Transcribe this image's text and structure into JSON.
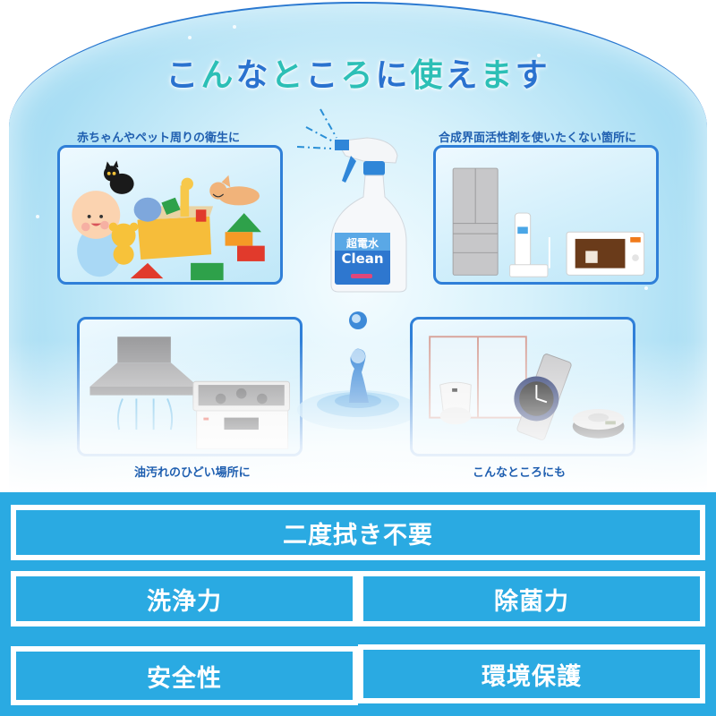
{
  "title": {
    "chars": [
      {
        "ch": "こ",
        "tone": "blue"
      },
      {
        "ch": "ん",
        "tone": "teal"
      },
      {
        "ch": "な",
        "tone": "blue"
      },
      {
        "ch": "と",
        "tone": "teal"
      },
      {
        "ch": "こ",
        "tone": "blue"
      },
      {
        "ch": "ろ",
        "tone": "teal"
      },
      {
        "ch": "に",
        "tone": "blue"
      },
      {
        "ch": "使",
        "tone": "teal"
      },
      {
        "ch": "え",
        "tone": "blue"
      },
      {
        "ch": "ま",
        "tone": "teal"
      },
      {
        "ch": "す",
        "tone": "blue"
      }
    ],
    "text": "こんなところに使えます"
  },
  "panels": [
    {
      "id": "baby-pets",
      "caption": "赤ちゃんやペット周りの衛生に",
      "scene": "baby, cat, dog, toys and blocks"
    },
    {
      "id": "appliances",
      "caption": "合成界面活性剤を使いたくない箇所に",
      "scene": "refrigerator, cordless phone, microwave"
    },
    {
      "id": "kitchen",
      "caption": "油汚れのひどい場所に",
      "scene": "range hood and gas stove"
    },
    {
      "id": "other",
      "caption": "こんなところにも",
      "scene": "window, toilet, wristwatch, robot vacuum"
    }
  ],
  "product": {
    "name": "超電水",
    "brand_text": "Clean"
  },
  "features": {
    "top": "二度拭き不要",
    "row2": [
      "洗浄力",
      "除菌力"
    ],
    "row3": [
      "安全性",
      "環境保護"
    ]
  },
  "colors": {
    "title_blue": "#2a72cf",
    "title_teal": "#2cbfb6",
    "caption": "#1f5fb0",
    "panel_border": "#2f7fd8",
    "feature_band": "#2aaae2",
    "feature_border": "#ffffff"
  }
}
